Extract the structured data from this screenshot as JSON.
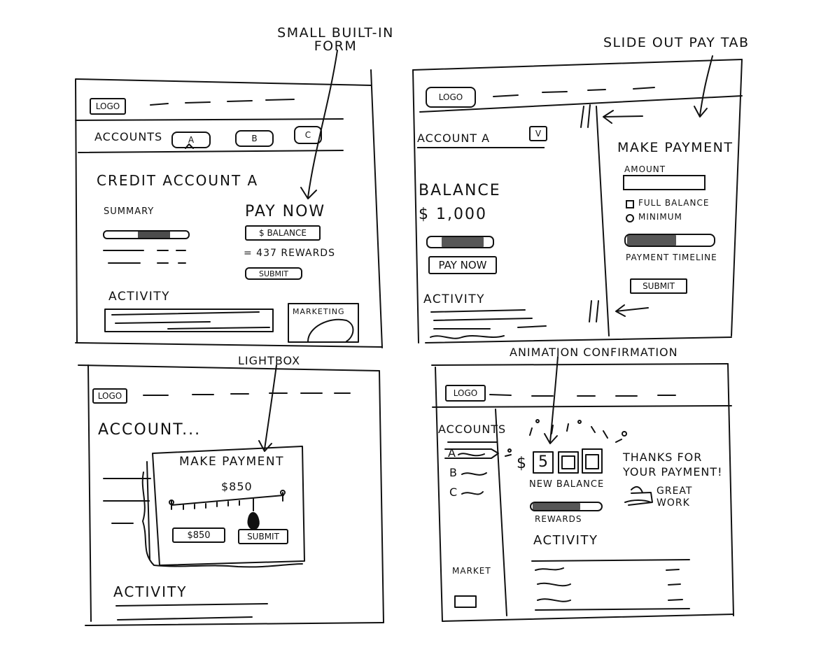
{
  "annotations": {
    "small_form": "SMALL BUILT-IN FORM",
    "slide_out": "SLIDE OUT PAY TAB",
    "lightbox": "LIGHTBOX",
    "animation": "ANIMATION CONFIRMATION"
  },
  "panel1": {
    "logo": "LOGO",
    "accounts_label": "ACCOUNTS",
    "tabs": [
      "A",
      "B",
      "C"
    ],
    "title": "CREDIT ACCOUNT A",
    "summary": "SUMMARY",
    "pay_now": "PAY NOW",
    "balance_option": "$ BALANCE",
    "rewards_option": "= 437 REWARDS",
    "submit": "SUBMIT",
    "activity": "ACTIVITY",
    "marketing": "MARKETING"
  },
  "panel2": {
    "logo": "LOGO",
    "account_select": "ACCOUNT A",
    "select_arrow": "V",
    "balance_label": "BALANCE",
    "balance_value": "$ 1,000",
    "pay_now": "PAY NOW",
    "activity": "ACTIVITY",
    "make_payment": "MAKE PAYMENT",
    "amount": "AMOUNT",
    "full_balance": "FULL BALANCE",
    "minimum": "MINIMUM",
    "payment_timeline": "PAYMENT TIMELINE",
    "submit": "SUBMIT"
  },
  "panel3": {
    "logo": "LOGO",
    "account": "ACCOUNT...",
    "make_payment": "MAKE PAYMENT",
    "amount_display": "$850",
    "amount_input": "$850",
    "submit": "SUBMIT",
    "activity": "ACTIVITY"
  },
  "panel4": {
    "logo": "LOGO",
    "accounts": "ACCOUNTS",
    "side_items": [
      "A",
      "B",
      "C"
    ],
    "dollar": "$",
    "reel_value": "5",
    "new_balance": "NEW BALANCE",
    "rewards": "REWARDS",
    "thanks": "THANKS FOR YOUR PAYMENT!",
    "great_work": "GREAT WORK",
    "activity": "ACTIVITY",
    "market": "MARKET"
  }
}
